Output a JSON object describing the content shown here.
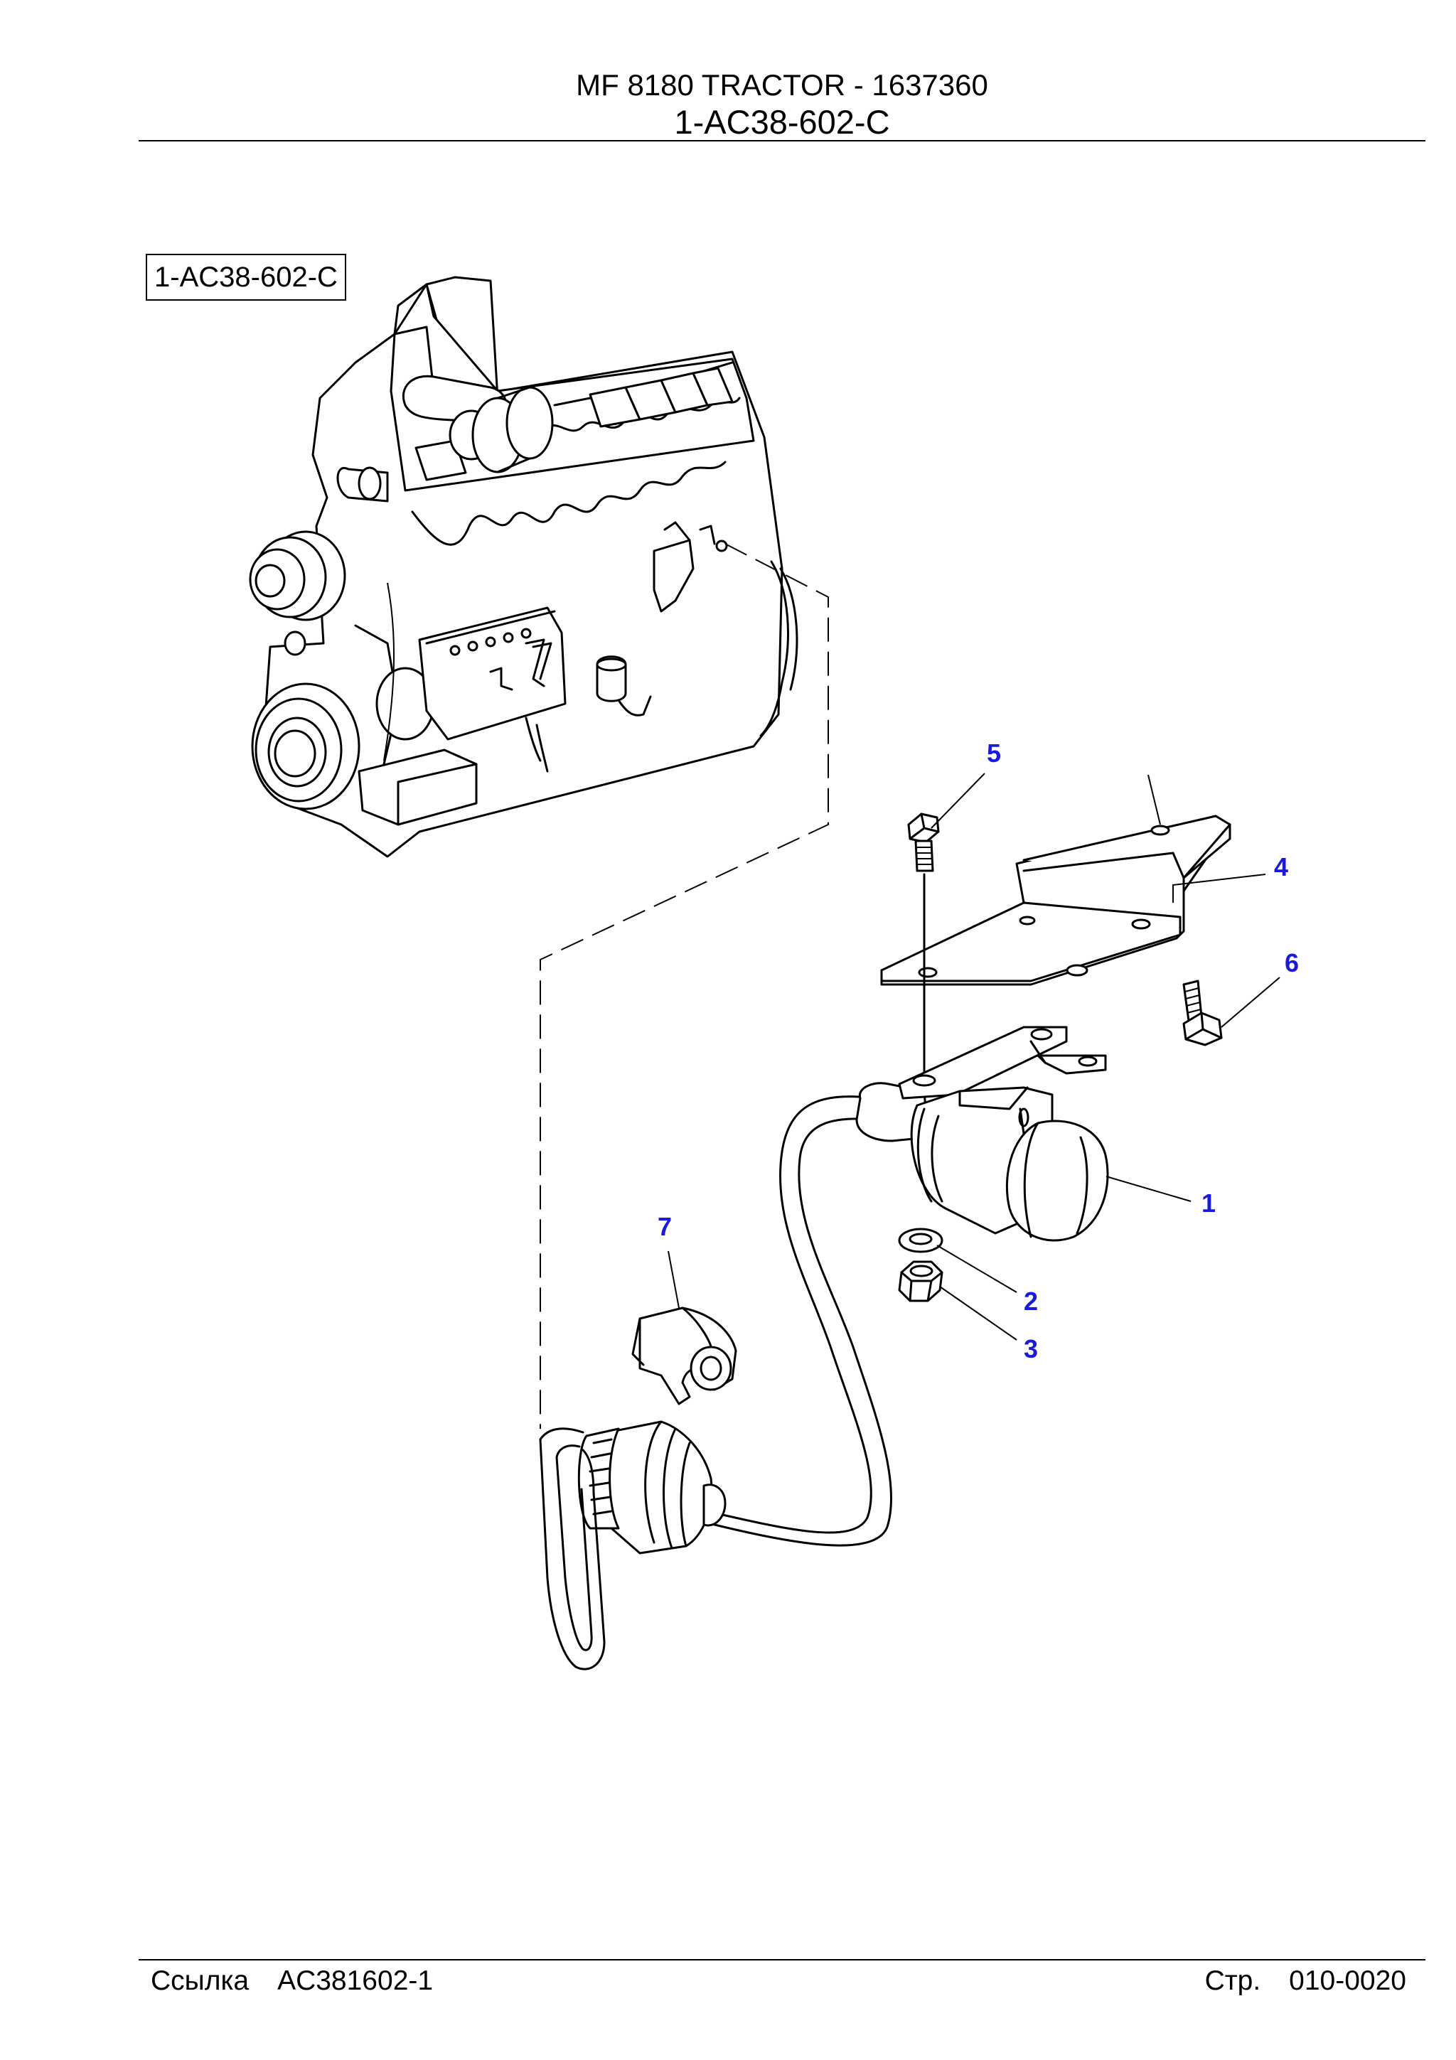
{
  "header": {
    "title": "MF 8180 TRACTOR - 1637360",
    "illustration_code": "1-AC38-602-C"
  },
  "reference_box": "1-AC38-602-C",
  "callouts": [
    {
      "number": "1"
    },
    {
      "number": "2"
    },
    {
      "number": "3"
    },
    {
      "number": "4"
    },
    {
      "number": "5"
    },
    {
      "number": "6"
    },
    {
      "number": "7"
    }
  ],
  "footer": {
    "ref_label": "Ссылка",
    "ref_value": "AC381602-1",
    "page_label": "Стр.",
    "page_value": "010-0020"
  },
  "colors": {
    "callout": "#1a1adc",
    "line": "#000000",
    "background": "#ffffff"
  }
}
